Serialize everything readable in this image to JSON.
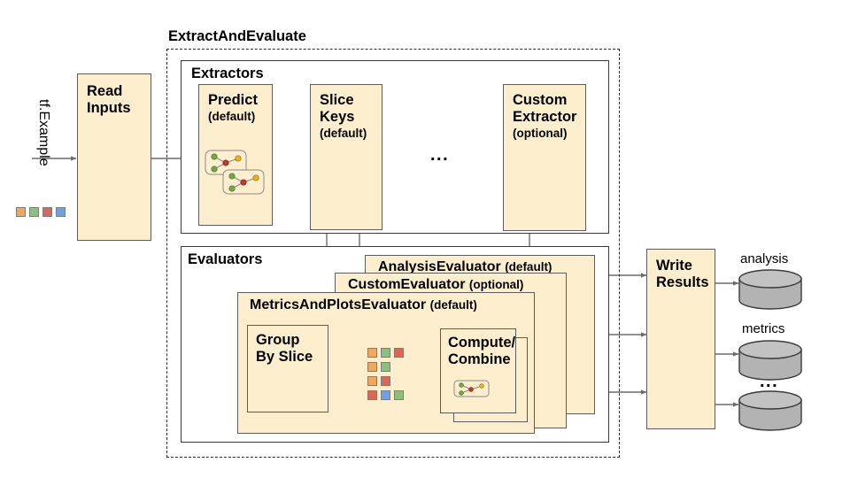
{
  "diagram": {
    "title": "TensorFlow Model Analysis architecture",
    "colors": {
      "box_fill": "#fdefcd",
      "box_stroke": "#5c5c5c",
      "plain_stroke": "#3a3a3a",
      "dashed_stroke": "#2b2b2b",
      "cylinder_fill": "#b3b3b3",
      "cylinder_stroke": "#3a3a3a",
      "arrow": "#6b6b6b",
      "chip_orange": "#f0a860",
      "chip_green": "#8cc080",
      "chip_red": "#d86858",
      "chip_blue": "#70a0e0",
      "node_green": "#73a847",
      "node_red": "#c0392b",
      "node_yellow": "#e8b31f"
    }
  },
  "input": {
    "stream_label": "tf.Example",
    "chips": [
      "orange",
      "green",
      "red",
      "blue"
    ]
  },
  "read_inputs": {
    "title": "Read\nInputs",
    "label": "Read Inputs"
  },
  "extract_and_evaluate": {
    "label": "ExtractAndEvaluate"
  },
  "extractors": {
    "label": "Extractors",
    "items": [
      {
        "name": "Predict",
        "title": "Predict",
        "sub": "(default)",
        "has_graphic": true
      },
      {
        "name": "SliceKeys",
        "title": "Slice\nKeys",
        "sub": "(default)",
        "has_graphic": false
      },
      {
        "name": "ellipsis",
        "title": "...",
        "sub": "",
        "has_graphic": false
      },
      {
        "name": "CustomExtractor",
        "title": "Custom\nExtractor",
        "sub": "(optional)",
        "has_graphic": false
      }
    ]
  },
  "evaluators": {
    "label": "Evaluators",
    "cards": [
      {
        "name": "AnalysisEvaluator",
        "title": "AnalysisEvaluator",
        "sub": "(default)"
      },
      {
        "name": "CustomEvaluator",
        "title": "CustomEvaluator",
        "sub": "(optional)"
      },
      {
        "name": "MetricsAndPlotsEvaluator",
        "title": "MetricsAndPlotsEvaluator",
        "sub": "(default)"
      }
    ],
    "metrics_card": {
      "group_by_slice": {
        "title": "Group\nBy Slice",
        "label": "Group By Slice"
      },
      "compute_combine": {
        "title": "Compute/\nCombine",
        "label": "Compute/Combine",
        "has_graphic": true
      },
      "slice_chip_rows": [
        [
          "orange",
          "green",
          "red"
        ],
        [
          "orange",
          "green"
        ],
        [
          "orange",
          "red"
        ],
        [
          "red",
          "blue",
          "green"
        ]
      ]
    }
  },
  "write_results": {
    "title": "Write\nResults",
    "label": "Write Results"
  },
  "outputs": [
    {
      "name": "analysis",
      "label": "analysis"
    },
    {
      "name": "metrics",
      "label": "metrics"
    },
    {
      "name": "more",
      "label": "..."
    }
  ]
}
